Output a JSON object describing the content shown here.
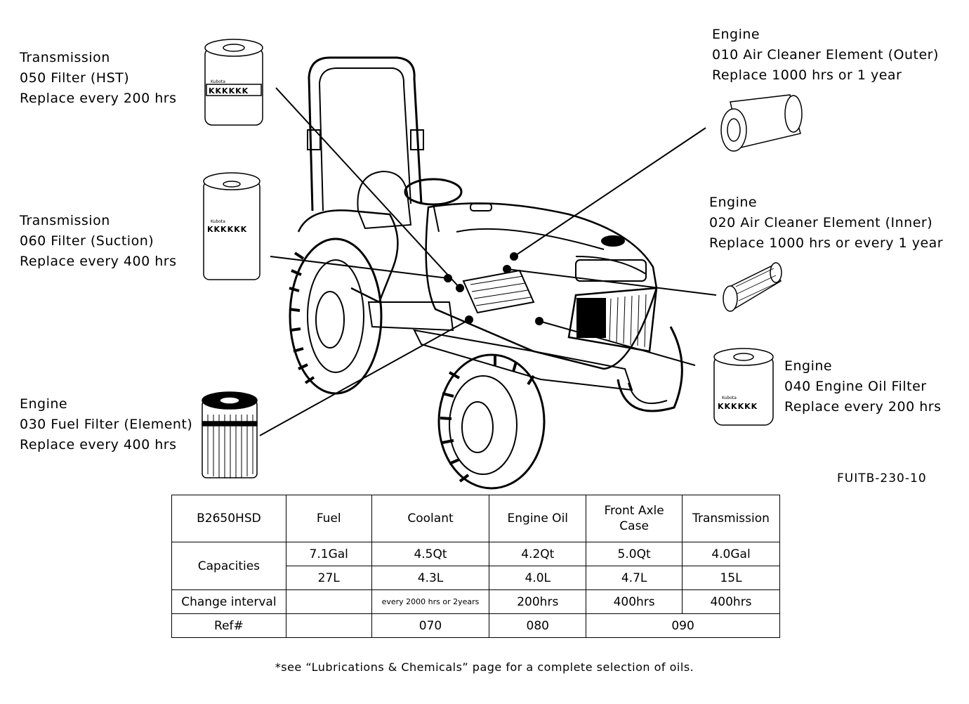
{
  "callouts": {
    "trans_050": {
      "l1": "Transmission",
      "l2": "050 Filter (HST)",
      "l3": "Replace every 200 hrs"
    },
    "trans_060": {
      "l1": "Transmission",
      "l2": "060 Filter (Suction)",
      "l3": "Replace every 400 hrs"
    },
    "eng_030": {
      "l1": "Engine",
      "l2": "030 Fuel Filter (Element)",
      "l3": "Replace every 400 hrs"
    },
    "eng_010": {
      "l1": "Engine",
      "l2": "010 Air Cleaner Element (Outer)",
      "l3": "Replace 1000 hrs or 1 year"
    },
    "eng_020": {
      "l1": "Engine",
      "l2": "020 Air Cleaner Element (Inner)",
      "l3": "Replace 1000 hrs or every 1 year"
    },
    "eng_040": {
      "l1": "Engine",
      "l2": "040 Engine Oil Filter",
      "l3": "Replace every 200 hrs"
    }
  },
  "filter_brand": "Kubota",
  "figure_code": "FUITB-230-10",
  "table": {
    "headers": [
      "B2650HSD",
      "Fuel",
      "Coolant",
      "Engine Oil",
      "Front Axle Case",
      "Transmission"
    ],
    "capacities_label": "Capacities",
    "capacities_us": [
      "7.1Gal",
      "4.5Qt",
      "4.2Qt",
      "5.0Qt",
      "4.0Gal"
    ],
    "capacities_metric": [
      "27L",
      "4.3L",
      "4.0L",
      "4.7L",
      "15L"
    ],
    "change_label": "Change interval",
    "change": [
      "",
      "every 2000 hrs or 2years",
      "200hrs",
      "400hrs",
      "400hrs"
    ],
    "ref_label": "Ref#",
    "ref": [
      "",
      "070",
      "080",
      "090"
    ]
  },
  "footnote": "*see “Lubrications & Chemicals” page for a complete selection of oils."
}
